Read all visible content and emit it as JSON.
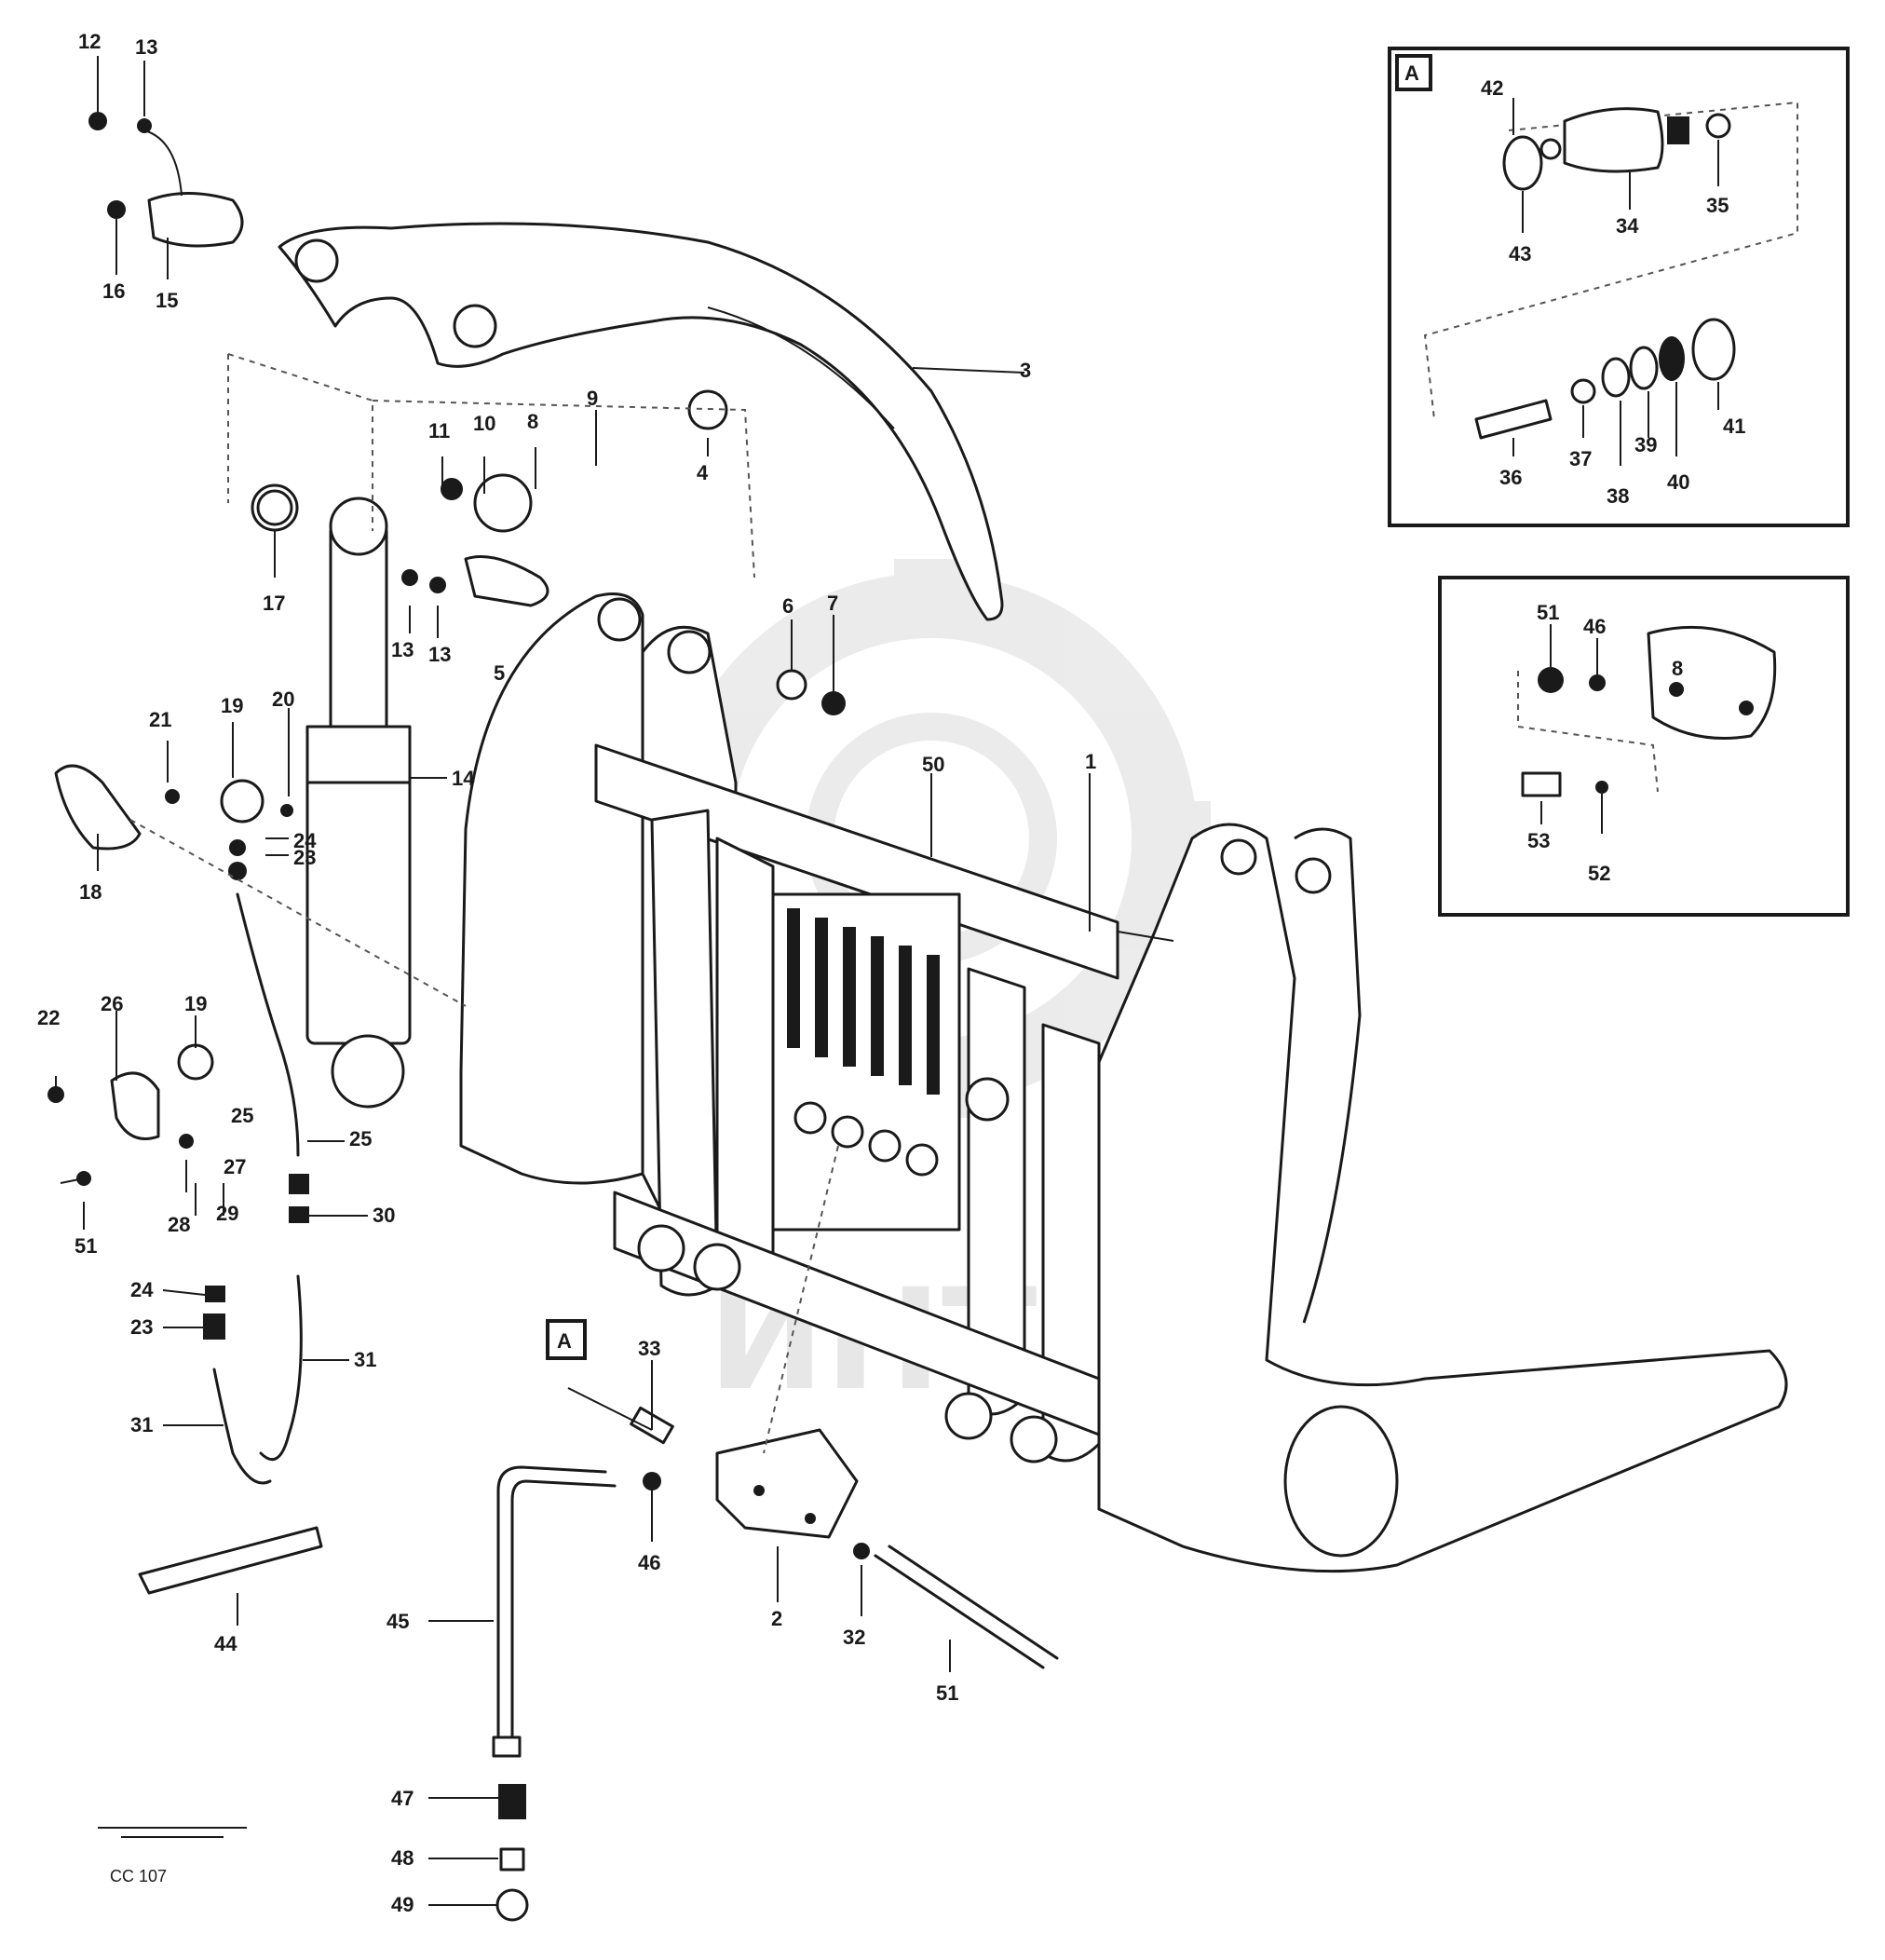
{
  "diagram": {
    "watermark": "ИНТЕХ",
    "drawing_code": "CC 107",
    "inset_a_letter": "A",
    "callout_a_letter": "A",
    "labels": {
      "l12": "12",
      "l13a": "13",
      "l15": "15",
      "l16": "16",
      "l3": "3",
      "l4": "4",
      "l11": "11",
      "l10": "10",
      "l8a": "8",
      "l9": "9",
      "l17": "17",
      "l13b": "13",
      "l13c": "13",
      "l5": "5",
      "l6": "6",
      "l7": "7",
      "l21": "21",
      "l19": "19",
      "l20": "20",
      "l14": "14",
      "l18": "18",
      "l24": "24",
      "l23": "23",
      "l50": "50",
      "l1": "1",
      "l22": "22",
      "l26": "26",
      "l19b": "19",
      "l25": "25",
      "l27": "27",
      "l28": "28",
      "l29": "29",
      "l25b": "25",
      "l30": "30",
      "l24b": "24",
      "l23b": "23",
      "l31a": "31",
      "l31b": "31",
      "l33": "33",
      "l46": "46",
      "l44": "44",
      "l45": "45",
      "l2": "2",
      "l32": "32",
      "l51": "51",
      "l47": "47",
      "l48": "48",
      "l49": "49",
      "a42": "42",
      "a43": "43",
      "a34": "34",
      "a35": "35",
      "a36": "36",
      "a37": "37",
      "a38": "38",
      "a39": "39",
      "a40": "40",
      "a41": "41",
      "b51": "51",
      "b46": "46",
      "b53": "53",
      "b52": "52",
      "b8": "8"
    }
  }
}
